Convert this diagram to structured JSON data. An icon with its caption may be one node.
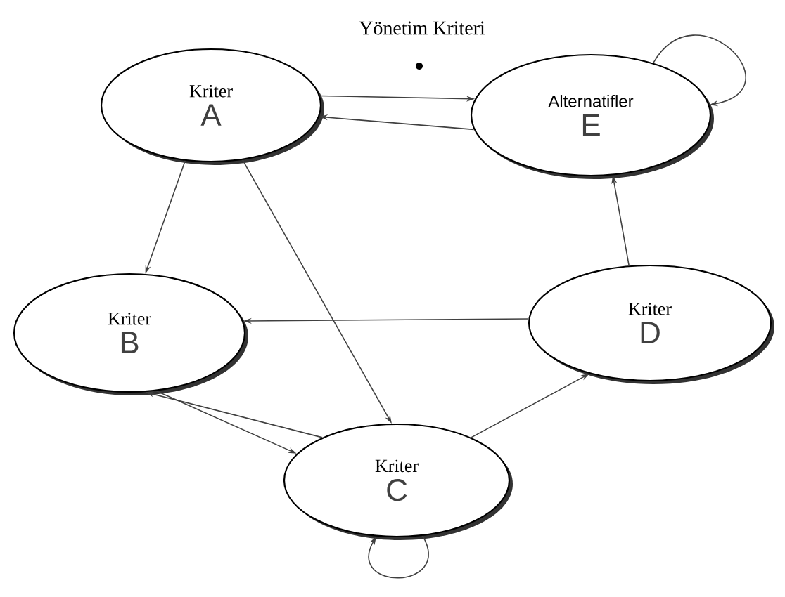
{
  "diagram": {
    "title": "Yönetim Kriteri",
    "nodes": [
      {
        "text": [
          "Kriter",
          "A"
        ]
      },
      {
        "text": [
          "Alternatifler",
          "E"
        ]
      },
      {
        "text": [
          "Kriter",
          "B"
        ]
      },
      {
        "text": [
          "Kriter",
          "D"
        ]
      },
      {
        "text": [
          "Kriter",
          "C"
        ]
      }
    ],
    "edges": [
      {
        "from": 0,
        "to": 1,
        "arrow": "to"
      },
      {
        "from": 1,
        "to": 0,
        "arrow": "to"
      },
      {
        "from": 1,
        "to": 1,
        "arrow": "to"
      },
      {
        "from": 0,
        "to": 2,
        "arrow": "to"
      },
      {
        "from": 0,
        "to": 4,
        "arrow": "to"
      },
      {
        "from": 3,
        "to": 1,
        "arrow": "to"
      },
      {
        "from": 3,
        "to": 2,
        "arrow": "to"
      },
      {
        "from": 2,
        "to": 4,
        "arrow": "to"
      },
      {
        "from": 4,
        "to": 2,
        "arrow": "to"
      },
      {
        "from": 4,
        "to": 3,
        "arrow": "to"
      },
      {
        "from": 4,
        "to": 4,
        "arrow": "to"
      }
    ]
  }
}
